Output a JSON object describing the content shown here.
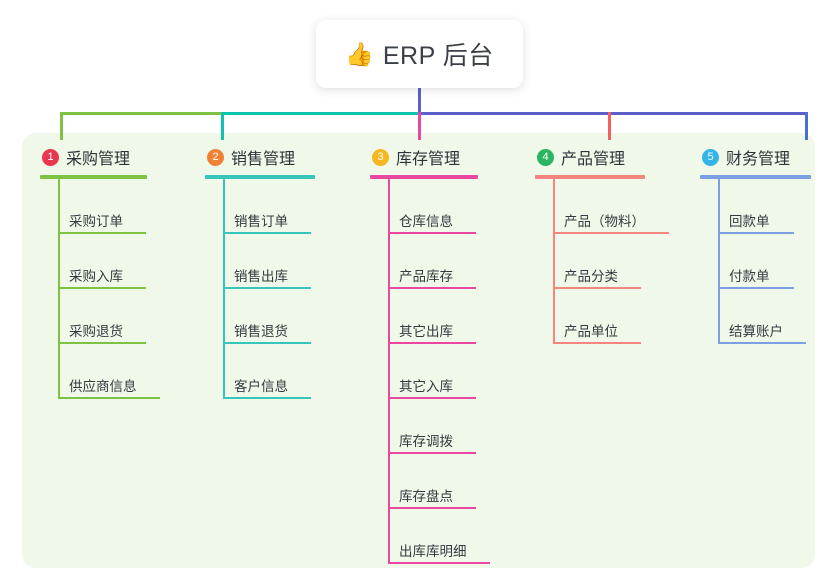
{
  "title": {
    "emoji_icon": "thumbs-up-icon",
    "emoji": "👍",
    "text": "ERP 后台"
  },
  "palette": {
    "panel_bg": "#eff8e9",
    "page_bg": "#ffffff",
    "trunk": "#5b5fc7",
    "bus_left": "#7dc242",
    "bus_mid": "#0fc3b0",
    "bus_right": "#5b5fc7"
  },
  "columns": [
    {
      "number": "1",
      "title": "采购管理",
      "badge_color": "#e8384f",
      "line_color": "#7dc242",
      "items": [
        {
          "label": "采购订单",
          "rule_width": 86
        },
        {
          "label": "采购入库",
          "rule_width": 86
        },
        {
          "label": "采购退货",
          "rule_width": 86
        },
        {
          "label": "供应商信息",
          "rule_width": 100
        }
      ]
    },
    {
      "number": "2",
      "title": "销售管理",
      "badge_color": "#f08236",
      "line_color": "#35c5bb",
      "items": [
        {
          "label": "销售订单",
          "rule_width": 86
        },
        {
          "label": "销售出库",
          "rule_width": 86
        },
        {
          "label": "销售退货",
          "rule_width": 86
        },
        {
          "label": "客户信息",
          "rule_width": 86
        }
      ]
    },
    {
      "number": "3",
      "title": "库存管理",
      "badge_color": "#f5b722",
      "line_color": "#e8489f",
      "items": [
        {
          "label": "仓库信息",
          "rule_width": 86
        },
        {
          "label": "产品库存",
          "rule_width": 86
        },
        {
          "label": "其它出库",
          "rule_width": 86
        },
        {
          "label": "其它入库",
          "rule_width": 86
        },
        {
          "label": "库存调拨",
          "rule_width": 86
        },
        {
          "label": "库存盘点",
          "rule_width": 86
        },
        {
          "label": "出库库明细",
          "rule_width": 100
        }
      ]
    },
    {
      "number": "4",
      "title": "产品管理",
      "badge_color": "#2bb563",
      "line_color": "#f4857f",
      "items": [
        {
          "label": "产品（物料）",
          "rule_width": 114
        },
        {
          "label": "产品分类",
          "rule_width": 86
        },
        {
          "label": "产品单位",
          "rule_width": 86
        }
      ]
    },
    {
      "number": "5",
      "title": "财务管理",
      "badge_color": "#33b5e8",
      "line_color": "#7b9fe0",
      "items": [
        {
          "label": "回款单",
          "rule_width": 74
        },
        {
          "label": "付款单",
          "rule_width": 74
        },
        {
          "label": "结算账户",
          "rule_width": 86
        }
      ]
    }
  ]
}
